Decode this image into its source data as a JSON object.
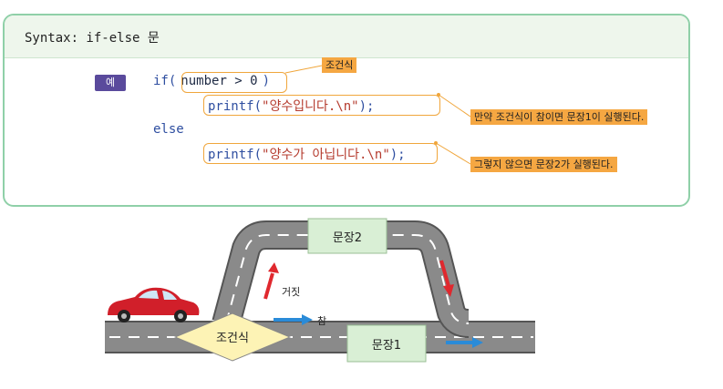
{
  "syntax_box": {
    "title": "Syntax: if-else 문",
    "badge": "예",
    "code": {
      "if_kw": "if(",
      "condition": "number > 0",
      "if_close": ")",
      "printf1_fn": "printf(",
      "printf1_str": "\"양수입니다.\\n\"",
      "printf1_end": ");",
      "else_kw": "else",
      "printf2_fn": "printf(",
      "printf2_str": "\"양수가 아닙니다.\\n\"",
      "printf2_end": ");"
    },
    "notes": {
      "condition_note": "조건식",
      "true_note": "만약 조건식이 참이면 문장1이 실행된다.",
      "false_note": "그렇지 않으면 문장2가 실행된다."
    },
    "colors": {
      "border": "#8fd0a8",
      "header": "#eef6ec",
      "accent": "#f5a742",
      "badge": "#5a4a9c"
    }
  },
  "diagram": {
    "condition_label": "조건식",
    "statement2_label": "문장2",
    "statement1_label": "문장1",
    "false_label": "거짓",
    "true_label": "참",
    "colors": {
      "road": "#8a8a8a",
      "road_edge": "#555555",
      "box_fill": "#d9efd5",
      "diamond_fill": "#fdf3b5",
      "red_arrow": "#e0282e",
      "blue_arrow": "#2a8bd8",
      "car": "#d11f2a"
    }
  }
}
